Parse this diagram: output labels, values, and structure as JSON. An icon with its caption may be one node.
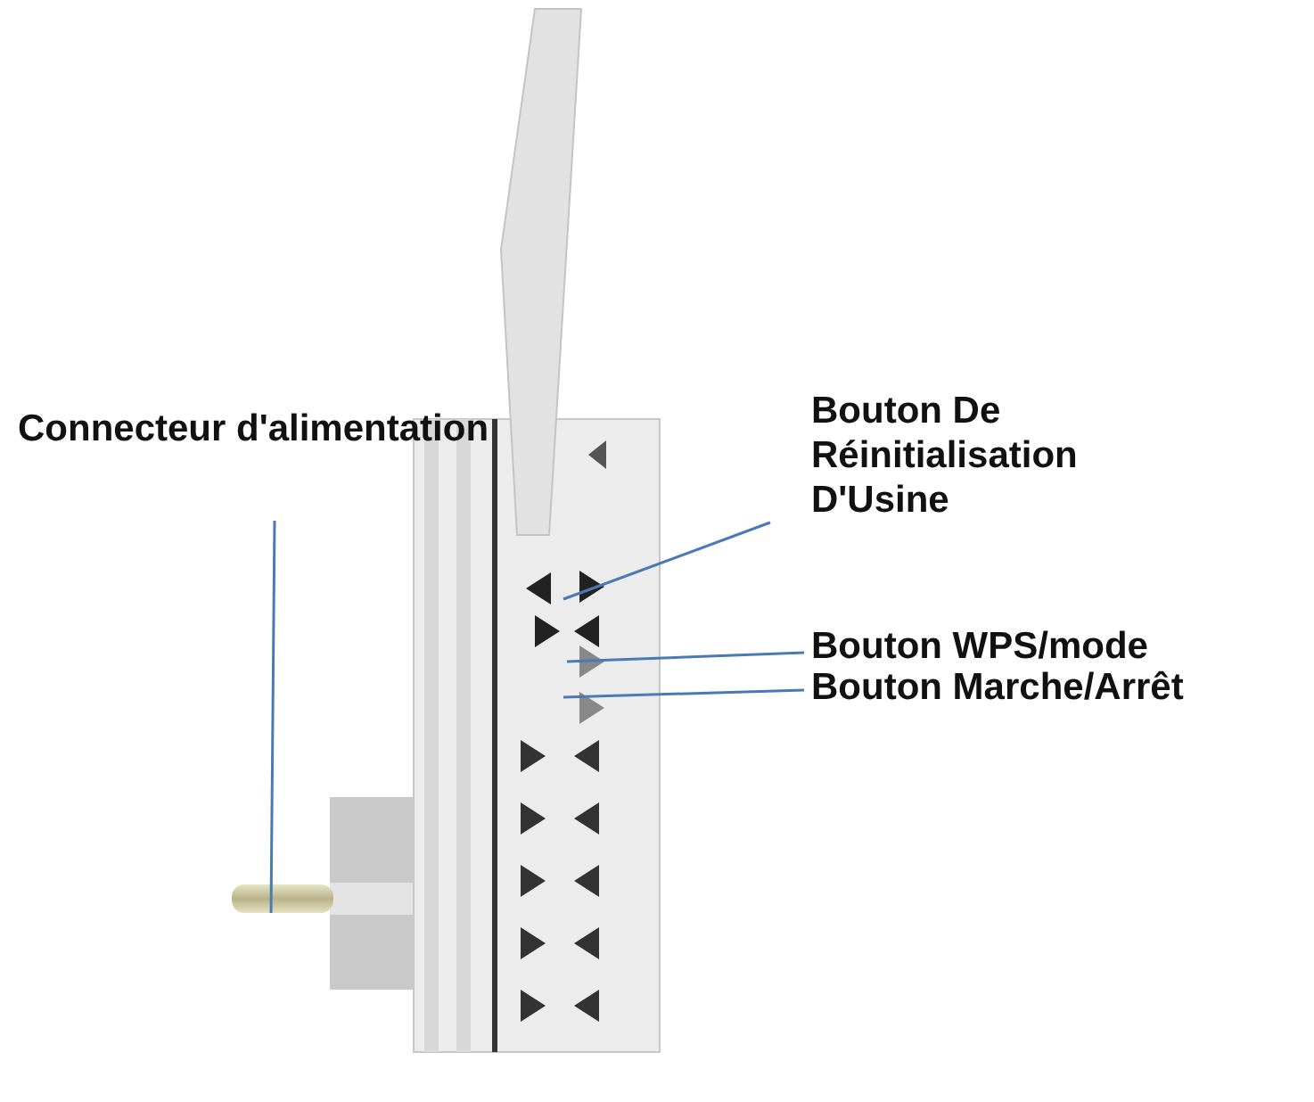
{
  "diagram": {
    "nodes": [
      {
        "text": [
          "Connecteur d'alimentation"
        ]
      },
      {
        "text": [
          "Bouton De Réinitialisation D'Usine"
        ]
      },
      {
        "text": [
          "Bouton WPS/mode"
        ]
      },
      {
        "text": [
          "Bouton Marche/Arrêt"
        ]
      }
    ],
    "edges": [
      {
        "from": 0,
        "to": null,
        "arrow": "none"
      },
      {
        "from": 1,
        "to": null,
        "arrow": "none"
      },
      {
        "from": 2,
        "to": null,
        "arrow": "none"
      },
      {
        "from": 3,
        "to": null,
        "arrow": "none"
      }
    ]
  }
}
